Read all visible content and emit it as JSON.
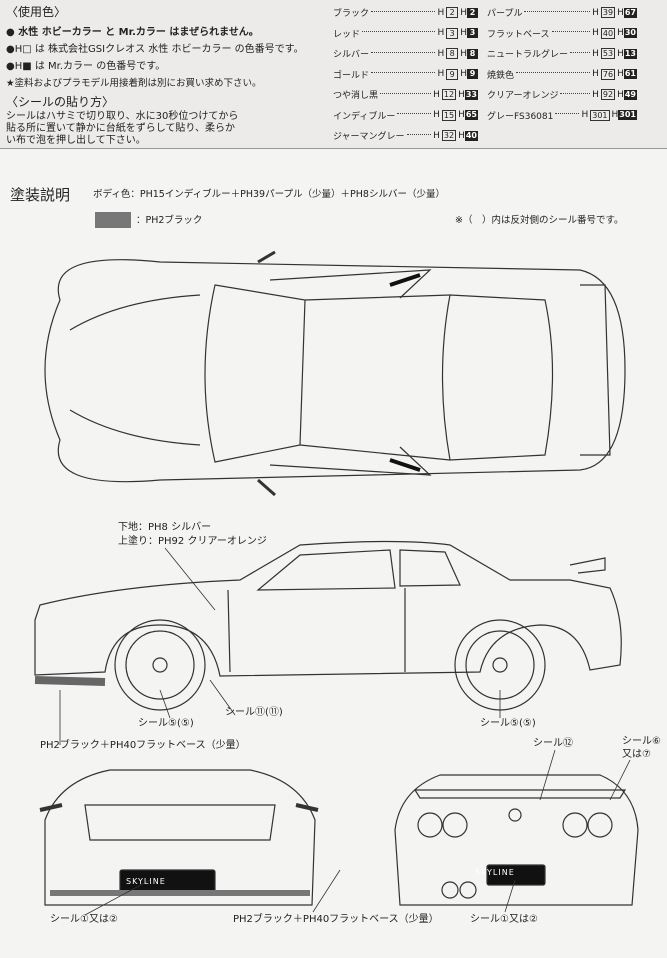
{
  "colors_used": {
    "heading": "〈使用色〉",
    "notes": [
      "● 水性 ホビーカラー と Mr.カラー はまぜられません。",
      "●H□ は 株式会社GSIクレオス 水性 ホビーカラー の色番号です。",
      "●H■ は Mr.カラー の色番号です。",
      "★塗料およびプラモデル用接着剤は別にお買い求め下さい。"
    ],
    "table_left": [
      {
        "name": "ブラック",
        "h": "2",
        "mr": "2"
      },
      {
        "name": "レッド",
        "h": "3",
        "mr": "3"
      },
      {
        "name": "シルバー",
        "h": "8",
        "mr": "8"
      },
      {
        "name": "ゴールド",
        "h": "9",
        "mr": "9"
      },
      {
        "name": "つや消し黒",
        "h": "12",
        "mr": "33"
      },
      {
        "name": "インディブルー",
        "h": "15",
        "mr": "65"
      },
      {
        "name": "ジャーマングレー",
        "h": "32",
        "mr": "40"
      }
    ],
    "table_right": [
      {
        "name": "パープル",
        "h": "39",
        "mr": "67"
      },
      {
        "name": "フラットベース",
        "h": "40",
        "mr": "30"
      },
      {
        "name": "ニュートラルグレー",
        "h": "53",
        "mr": "13"
      },
      {
        "name": "焼鉄色",
        "h": "76",
        "mr": "61"
      },
      {
        "name": "クリアーオレンジ",
        "h": "92",
        "mr": "49"
      },
      {
        "name": "グレーFS36081",
        "h": "301",
        "mr": "301"
      }
    ],
    "h_prefix": "H"
  },
  "decals": {
    "heading": "〈シールの貼り方〉",
    "lines": [
      "シールはハサミで切り取り、水に30秒位つけてから",
      "貼る所に置いて静かに台紙をずらして貼り、柔らか",
      "い布で泡を押し出して下さい。"
    ]
  },
  "painting": {
    "title": "塗装説明",
    "body_color": "ボディ色：PH15インディブルー＋PH39パープル（少量）＋PH8シルバー（少量）",
    "swatch_label": "：PH2ブラック",
    "note": "※（　）内は反対側のシール番号です。"
  },
  "callouts": {
    "undercoat": "下地：PH8 シルバー",
    "topcoat": "上塗り：PH92 クリアーオレンジ",
    "decal11": "シール⑪(⑪)",
    "decal5_left": "シール⑤(⑤)",
    "decal5_right": "シール⑤(⑤)",
    "side_sill": "PH2ブラック＋PH40フラットベース（少量）",
    "decal12": "シール⑫",
    "decal6": "シール⑥",
    "decal6_or": "又は⑦",
    "front_decal": "シール①又は②",
    "rear_diffuser": "PH2ブラック＋PH40フラットベース（少量）",
    "rear_decal": "シール①又は②",
    "plate": "SKYLINE"
  }
}
